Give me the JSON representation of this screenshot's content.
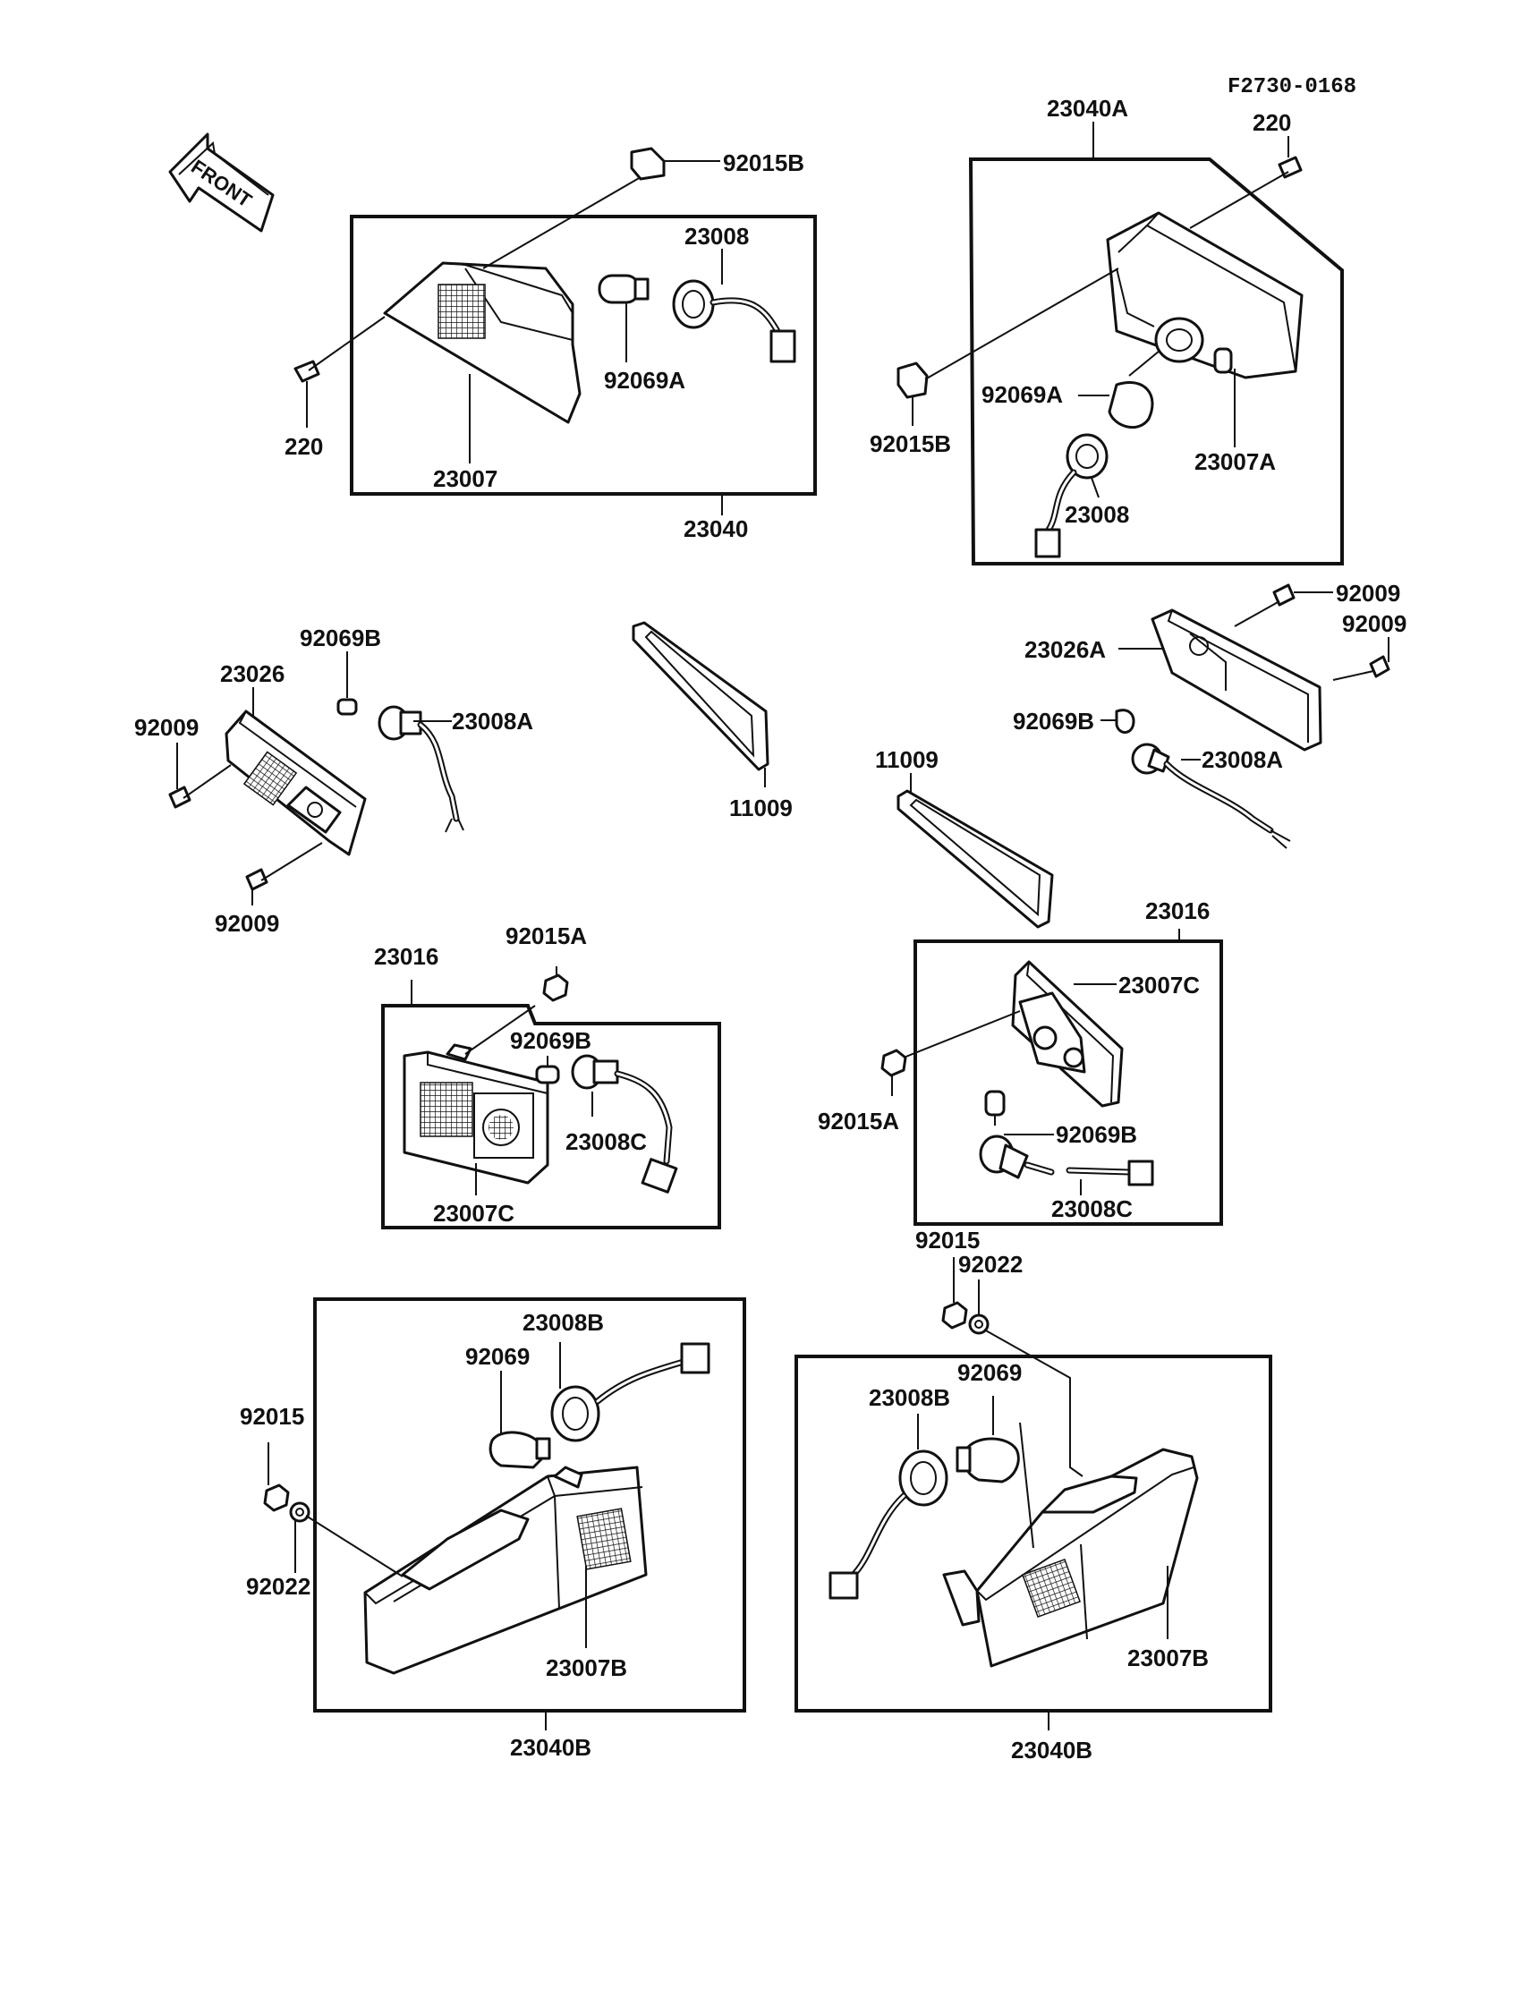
{
  "figure_code": "F2730-0168",
  "front_arrow": {
    "label": "FRONT"
  },
  "parts": {
    "front_left_assembly": {
      "assembly": "23040",
      "lens": "23007",
      "socket": "23008",
      "bulb": "92069A",
      "screw": "220",
      "clip": "92015B"
    },
    "front_right_assembly": {
      "assembly": "23040A",
      "lens": "23007A",
      "socket": "23008",
      "bulb": "92069A",
      "screw": "220",
      "clip": "92015B"
    },
    "side_left": {
      "lamp": "23026",
      "socket": "23008A",
      "bulb": "92069B",
      "screw_upper": "92009",
      "screw_lower": "92009"
    },
    "gasket_left": "11009",
    "gasket_right": "11009",
    "side_right": {
      "lamp": "23026A",
      "socket": "23008A",
      "bulb": "92069B",
      "screw_upper": "92009",
      "screw_lower": "92009"
    },
    "mid_left_assembly": {
      "assembly": "23016",
      "lens": "23007C",
      "socket": "23008C",
      "bulb": "92069B",
      "nut": "92015A"
    },
    "mid_right_assembly": {
      "assembly": "23016",
      "lens": "23007C",
      "socket": "23008C",
      "bulb": "92069B",
      "nut": "92015A"
    },
    "rear_left_assembly": {
      "assembly": "23040B",
      "lens": "23007B",
      "socket": "23008B",
      "bulb": "92069",
      "nut": "92015",
      "washer": "92022"
    },
    "rear_right_assembly": {
      "assembly": "23040B",
      "lens": "23007B",
      "socket": "23008B",
      "bulb": "92069",
      "nut": "92015",
      "washer": "92022"
    }
  }
}
